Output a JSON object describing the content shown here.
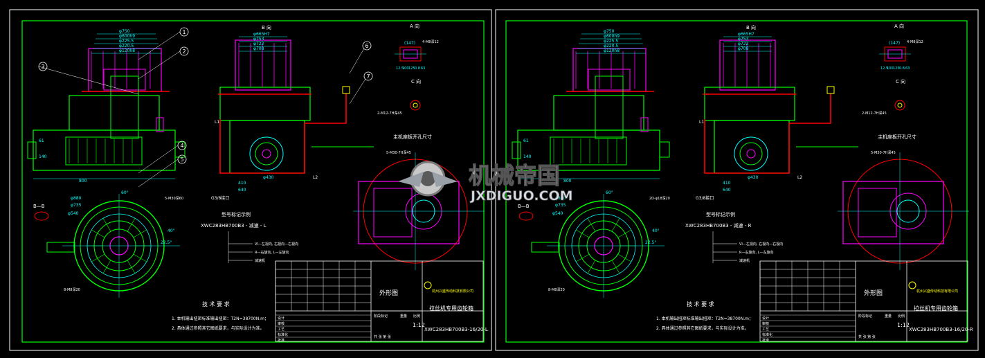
{
  "watermark": {
    "title": "机械帝国",
    "url": "JXDIGUO.COM"
  },
  "sheets": [
    {
      "view_b": "B 向",
      "view_a": "A 向",
      "view_c": "C 向",
      "view_bb": "B—B",
      "dims_top": [
        "φ750",
        "φ600h9",
        "φ225.5",
        "φ220.5",
        "φ120h8"
      ],
      "dims_b": [
        "φ665H7",
        "φ753",
        "φ722",
        "φ708"
      ],
      "dim_a": "(147)",
      "dim_a_holes": "4-M8深12",
      "dims_a_side": [
        "12.5",
        "100",
        "125",
        "0.8",
        "63"
      ],
      "balloons": [
        "1",
        "2",
        "3",
        "4",
        "5",
        "6",
        "7"
      ],
      "label_2m12": "2-M12-7H深45",
      "label_base": "主机座板开孔尺寸",
      "label_5m": "5-M30-7H深45",
      "dims_side": [
        "800",
        "140",
        "61",
        "φ540"
      ],
      "dims_side2": [
        "410",
        "640",
        "φ430",
        "L1",
        "L2",
        "G3/8接口"
      ],
      "model_title": "型号标记示例",
      "model_code": "XWC283HB700B3 - 减速 - L",
      "model_legend": [
        "VI—左视向, 右视向—右视向",
        "R—右旋向, L—左旋向",
        "减速机"
      ],
      "bb_dims": [
        "φ880",
        "φ735",
        "φ540",
        "60°",
        "40°",
        "22.5°",
        "5-M30深60",
        "8-M8深20"
      ],
      "notes_title": "技 术 要 求",
      "notes": [
        "1. 本机输出扭矩标准输出扭矩：T2N=38700N.m；",
        "2. 具体通过参照其它图纸要求，与实际设计为准。"
      ],
      "company": "杭州兴盛传动科技有限公司",
      "drawing_title": "外形图",
      "product_name": "拉丝机专用齿轮箱",
      "tb_labels": [
        "设计",
        "审核",
        "工艺",
        "标准化",
        "批准"
      ],
      "tb_stage": "阶段标记",
      "tb_weight": "重量",
      "tb_scale_label": "比例",
      "tb_scale": "1:12",
      "tb_sheet": "共  张  第  张",
      "drawing_no": "XWC283HB700B3-16/20-L"
    },
    {
      "view_b": "B 向",
      "view_a": "A 向",
      "view_c": "C 向",
      "view_bb": "B—B",
      "dims_top": [
        "φ750",
        "φ600h9",
        "φ225.5",
        "φ220.5",
        "φ120h8"
      ],
      "dims_b": [
        "φ665H7",
        "φ753",
        "φ722",
        "φ708"
      ],
      "dim_a": "(147)",
      "dim_a_holes": "4-M8深12",
      "dims_a_side": [
        "12.5",
        "100",
        "125",
        "0.8",
        "63"
      ],
      "balloons": [],
      "label_2m12": "2-M12-7H深45",
      "label_base": "主机座板开孔尺寸",
      "label_5m": "5-M30-7H深45",
      "dims_side": [
        "800",
        "140",
        "61",
        "φ540"
      ],
      "dims_side2": [
        "410",
        "640",
        "φ430",
        "L1",
        "L2",
        "G3/8接口"
      ],
      "model_title": "型号标记示例",
      "model_code": "XWC283HB700B3 - 减速 - R",
      "model_legend": [
        "VI—左视向, 右视向—右视向",
        "R—右旋向, L—左旋向",
        "减速机"
      ],
      "bb_dims": [
        "φ880",
        "φ735",
        "φ540",
        "60°",
        "40°",
        "22.5°",
        "2D-φ18深20",
        "8-M8深20"
      ],
      "notes_title": "技 术 要 求",
      "notes": [
        "1. 本机输出扭矩标准输出扭矩：T2N=38700N.m；",
        "2. 具体通过参照其它图纸要求，与实际设计为准。"
      ],
      "company": "杭州兴盛传动科技有限公司",
      "drawing_title": "外形图",
      "product_name": "拉丝机专用齿轮箱",
      "tb_labels": [
        "设计",
        "审核",
        "工艺",
        "标准化",
        "批准"
      ],
      "tb_stage": "阶段标记",
      "tb_weight": "重量",
      "tb_scale_label": "比例",
      "tb_scale": "1:12",
      "tb_sheet": "共  张  第  张",
      "drawing_no": "XWC283HB700B3-16/20-R"
    }
  ],
  "colors": {
    "background": "#000000",
    "frame": "#ffffff",
    "border": "#00ff00",
    "magenta": "#ff00ff",
    "red": "#ff0000",
    "cyan": "#00ffff",
    "yellow": "#ffff00",
    "green": "#00ff00"
  }
}
